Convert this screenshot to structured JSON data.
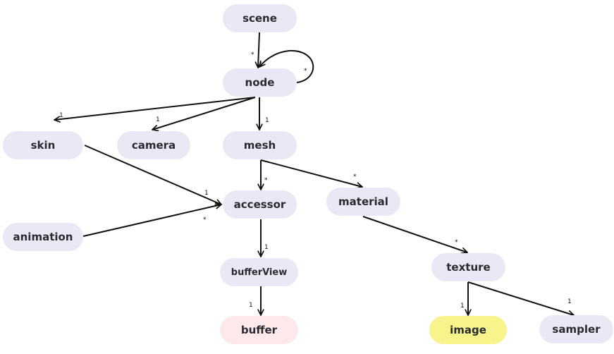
{
  "diagram": {
    "title": "glTF object hierarchy",
    "nodes": [
      {
        "id": "scene",
        "label": "scene",
        "style": "default"
      },
      {
        "id": "node",
        "label": "node",
        "style": "default"
      },
      {
        "id": "skin",
        "label": "skin",
        "style": "default"
      },
      {
        "id": "camera",
        "label": "camera",
        "style": "default"
      },
      {
        "id": "mesh",
        "label": "mesh",
        "style": "default"
      },
      {
        "id": "accessor",
        "label": "accessor",
        "style": "default"
      },
      {
        "id": "material",
        "label": "material",
        "style": "default"
      },
      {
        "id": "animation",
        "label": "animation",
        "style": "default"
      },
      {
        "id": "bufferView",
        "label": "bufferView",
        "style": "default"
      },
      {
        "id": "buffer",
        "label": "buffer",
        "style": "pink"
      },
      {
        "id": "texture",
        "label": "texture",
        "style": "default"
      },
      {
        "id": "image",
        "label": "image",
        "style": "yellow"
      },
      {
        "id": "sampler",
        "label": "sampler",
        "style": "default"
      }
    ],
    "edges": [
      {
        "from": "scene",
        "to": "node",
        "multiplicity": "*"
      },
      {
        "from": "node",
        "to": "node",
        "multiplicity": "*"
      },
      {
        "from": "node",
        "to": "skin",
        "multiplicity": "1"
      },
      {
        "from": "node",
        "to": "camera",
        "multiplicity": "1"
      },
      {
        "from": "node",
        "to": "mesh",
        "multiplicity": "1"
      },
      {
        "from": "skin",
        "to": "accessor",
        "multiplicity": "1"
      },
      {
        "from": "animation",
        "to": "accessor",
        "multiplicity": "*"
      },
      {
        "from": "mesh",
        "to": "accessor",
        "multiplicity": "*"
      },
      {
        "from": "mesh",
        "to": "material",
        "multiplicity": "*"
      },
      {
        "from": "accessor",
        "to": "bufferView",
        "multiplicity": "1"
      },
      {
        "from": "bufferView",
        "to": "buffer",
        "multiplicity": "1"
      },
      {
        "from": "material",
        "to": "texture",
        "multiplicity": "*"
      },
      {
        "from": "texture",
        "to": "image",
        "multiplicity": "1"
      },
      {
        "from": "texture",
        "to": "sampler",
        "multiplicity": "1"
      }
    ],
    "colors": {
      "node_fill": "#e9e9f6",
      "buffer_fill": "#fde8ea",
      "image_fill": "#f6f48a",
      "edge": "#111111",
      "text": "#2a2a33"
    }
  }
}
